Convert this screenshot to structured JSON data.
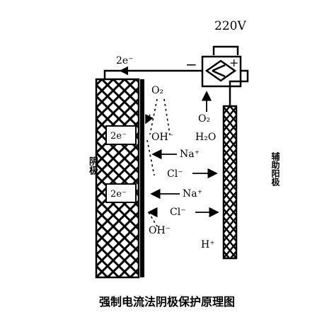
{
  "voltage": "220V",
  "electron_top": "2e⁻",
  "minus_sign": "−",
  "plus_sign": "+",
  "cathode_label": "阴极",
  "anode_label": "辅助阳极",
  "caption": "强制电流法阴极保护原理图",
  "species": {
    "o2_left": "O₂",
    "o2_right": "O₂",
    "oh_top": "OH⁻",
    "h2o": "H₂O",
    "na_1": "Na⁺",
    "cl_1": "Cl⁻",
    "na_2": "Na⁺",
    "cl_2": "Cl⁻",
    "oh_bottom": "OH⁻",
    "h_plus": "H⁺",
    "e_box_1": "2e⁻",
    "e_box_2": "2e⁻"
  }
}
